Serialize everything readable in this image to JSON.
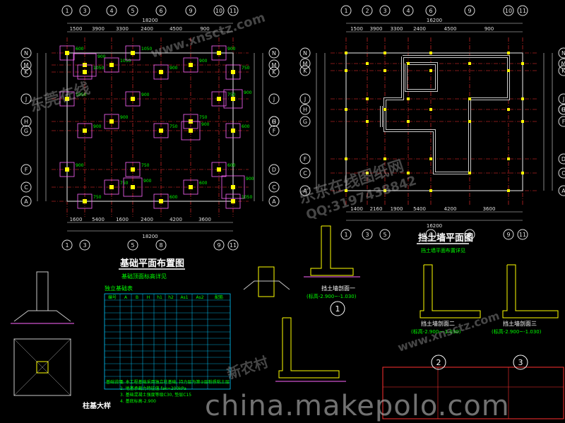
{
  "left_plan": {
    "title": "基础平面布置图",
    "subtitle": "基础顶面标高详见",
    "top_dims": [
      "18200",
      "1500",
      "3900",
      "3300",
      "2400",
      "4500",
      "900"
    ],
    "bottom_dims": [
      "1600",
      "5400",
      "1600",
      "2400",
      "4200",
      "3600",
      "18200"
    ],
    "axis_top": [
      "1",
      "3",
      "4",
      "5",
      "6",
      "9",
      "10",
      "11"
    ],
    "axis_bottom": [
      "1",
      "3",
      "5",
      "8",
      "9",
      "11"
    ],
    "axis_left": [
      "N",
      "M",
      "K",
      "J",
      "H",
      "G",
      "F",
      "C",
      "A"
    ],
    "axis_right": [
      "N",
      "M",
      "K",
      "J",
      "H",
      "G",
      "F",
      "D",
      "C",
      "A"
    ]
  },
  "right_plan": {
    "title": "挡土墙平面图",
    "subtitle": "挡土墙平面布置详见",
    "top_dims": [
      "16200",
      "1500",
      "3900",
      "3300",
      "2400",
      "4500",
      "900"
    ],
    "bottom_dims": [
      "1400",
      "2160",
      "1900",
      "5400",
      "4200",
      "3600",
      "16200"
    ],
    "axis_top": [
      "1",
      "2",
      "3",
      "4",
      "6",
      "9",
      "10",
      "11"
    ],
    "axis_bottom": [
      "1",
      "3",
      "5",
      "6",
      "8",
      "9",
      "11"
    ],
    "axis_left": [
      "N",
      "M",
      "K",
      "J",
      "H",
      "G",
      "F",
      "C",
      "A"
    ],
    "axis_right": [
      "N",
      "M",
      "K",
      "J",
      "H",
      "G",
      "F",
      "D",
      "C",
      "A"
    ]
  },
  "table": {
    "title": "独立基础表",
    "headers": [
      "编号",
      "A",
      "B",
      "H",
      "h1",
      "h2",
      "As1",
      "As2",
      "配筋"
    ],
    "rows": 14
  },
  "details": {
    "column_detail_title": "柱基大样",
    "section1_title": "挡土墙剖面一",
    "section2_title": "挡土墙剖面二",
    "section3_title": "挡土墙剖面三",
    "section1_range": "(标高-2.900~-1.030)",
    "section2_range": "(标高-2.900~-1.030)",
    "section3_range": "(标高-2.900~-1.030)",
    "num1": "1",
    "num2": "2",
    "num3": "3",
    "notes_title": "基础说明:",
    "notes": [
      "1. 本工程基础采用独立柱基础, 持力层为第②层粉质粘土层",
      "2. 地基承载力特征值 fak=200kPa",
      "3. 基础混凝土强度等级C30, 垫层C15",
      "4. 基底标高-2.900"
    ]
  },
  "watermarks": {
    "w1": "东莞在线",
    "w2": "www.xnsctz.com",
    "w3": "乐东在线图纸网",
    "w4": "QQ:3197438842",
    "w5": "www.xnsctz.com",
    "w6": "新农村",
    "footer": "china.makepolo.com"
  },
  "colors": {
    "background": "#000000",
    "dimension": "#e0e0e0",
    "axis_line": "#ff3030",
    "wall": "#c8c8c8",
    "foundation": "#ff66ff",
    "column": "#ffff00",
    "text": "#00ff00",
    "title": "#ffffff",
    "table": "#00c8ff"
  }
}
